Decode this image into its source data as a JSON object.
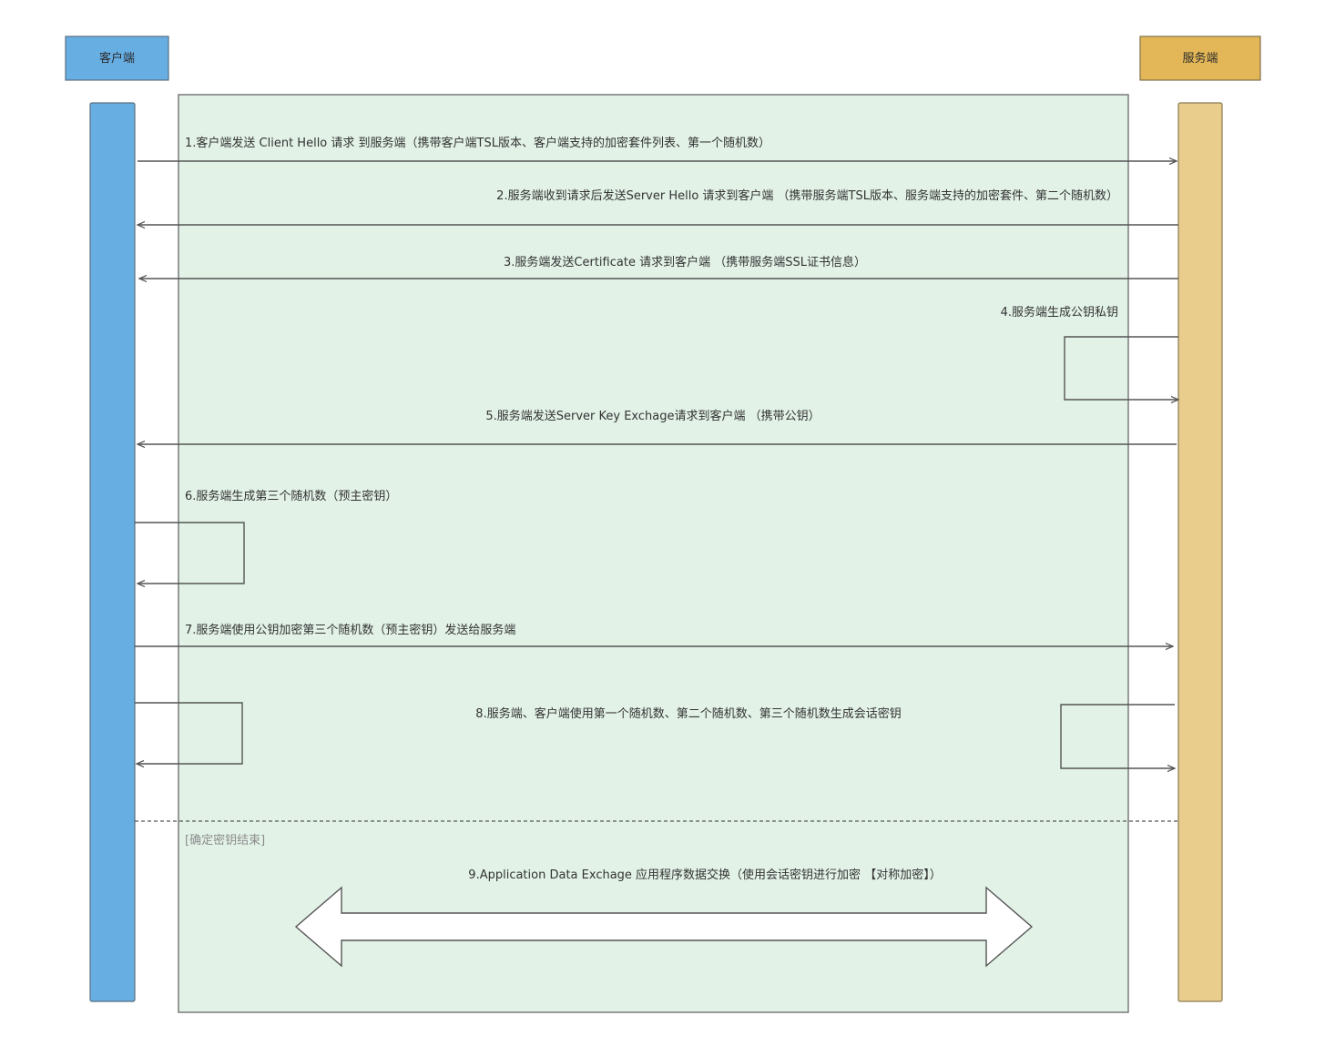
{
  "actors": {
    "client": {
      "label": "客户端",
      "color": "#67aee3"
    },
    "server": {
      "label": "服务端",
      "color": "#e3b757"
    }
  },
  "lifelines": {
    "client_color": "#67aee3",
    "server_color": "#e8cd8c"
  },
  "frame": {
    "fill": "#e2f2e7",
    "stroke": "#7a7a7a"
  },
  "messages": [
    {
      "id": "m1",
      "text": "1.客户端发送 Client Hello 请求 到服务端（携带客户端TSL版本、客户端支持的加密套件列表、第一个随机数）",
      "direction": "client-to-server"
    },
    {
      "id": "m2",
      "text": "2.服务端收到请求后发送Server Hello 请求到客户端 （携带服务端TSL版本、服务端支持的加密套件、第二个随机数）",
      "direction": "server-to-client"
    },
    {
      "id": "m3",
      "text": "3.服务端发送Certificate 请求到客户端 （携带服务端SSL证书信息）",
      "direction": "server-to-client"
    },
    {
      "id": "m4",
      "text": "4.服务端生成公钥私钥",
      "direction": "server-self"
    },
    {
      "id": "m5",
      "text": "5.服务端发送Server Key Exchage请求到客户端 （携带公钥）",
      "direction": "server-to-client"
    },
    {
      "id": "m6",
      "text": "6.服务端生成第三个随机数（预主密钥）",
      "direction": "client-self"
    },
    {
      "id": "m7",
      "text": "7.服务端使用公钥加密第三个随机数（预主密钥）发送给服务端",
      "direction": "client-to-server"
    },
    {
      "id": "m8",
      "text": "8.服务端、客户端使用第一个随机数、第二个随机数、第三个随机数生成会话密钥",
      "direction": "both-self"
    },
    {
      "id": "m9",
      "text": "9.Application Data Exchage 应用程序数据交换（使用会话密钥进行加密 【对称加密】）",
      "direction": "bidirectional"
    }
  ],
  "separator": {
    "label": "[确定密钥结束]"
  },
  "colors": {
    "line": "#555555",
    "dashed": "#555555"
  }
}
